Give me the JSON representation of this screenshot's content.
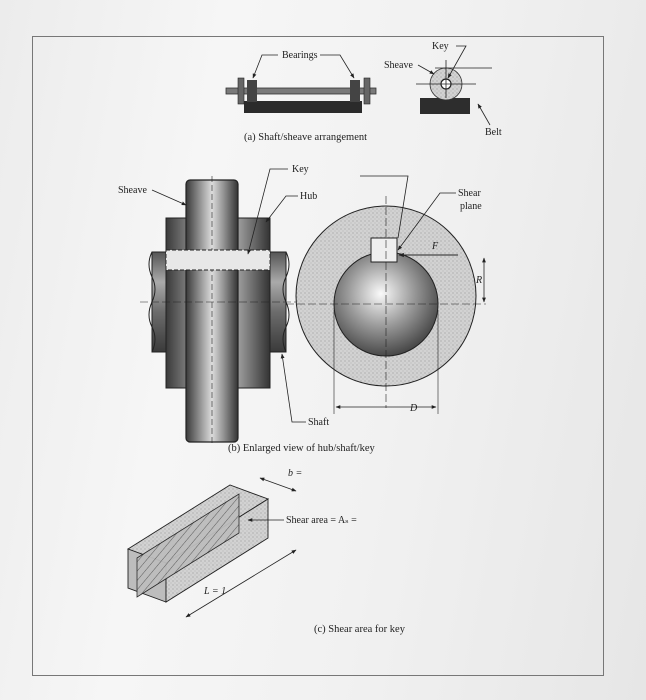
{
  "figure_a": {
    "label_bearings": "Bearings",
    "label_key": "Key",
    "label_sheave": "Sheave",
    "label_belt": "Belt",
    "caption": "(a) Shaft/sheave arrangement"
  },
  "figure_b": {
    "label_key": "Key",
    "label_sheave": "Sheave",
    "label_hub": "Hub",
    "label_shear_plane": "Shear plane",
    "label_shear_plane_line1": "Shear",
    "label_shear_plane_line2": "plane",
    "label_F": "F",
    "label_R": "R",
    "label_D": "D",
    "label_shaft": "Shaft",
    "caption": "(b) Enlarged view of hub/shaft/key"
  },
  "figure_c": {
    "label_b": "b =",
    "label_shear_area": "Shear area = Aₛ =",
    "label_L": "L = 1",
    "caption": "(c) Shear area for key"
  },
  "icons": {
    "arrow": "arrowhead",
    "hatch": "diagonal-hatch"
  }
}
